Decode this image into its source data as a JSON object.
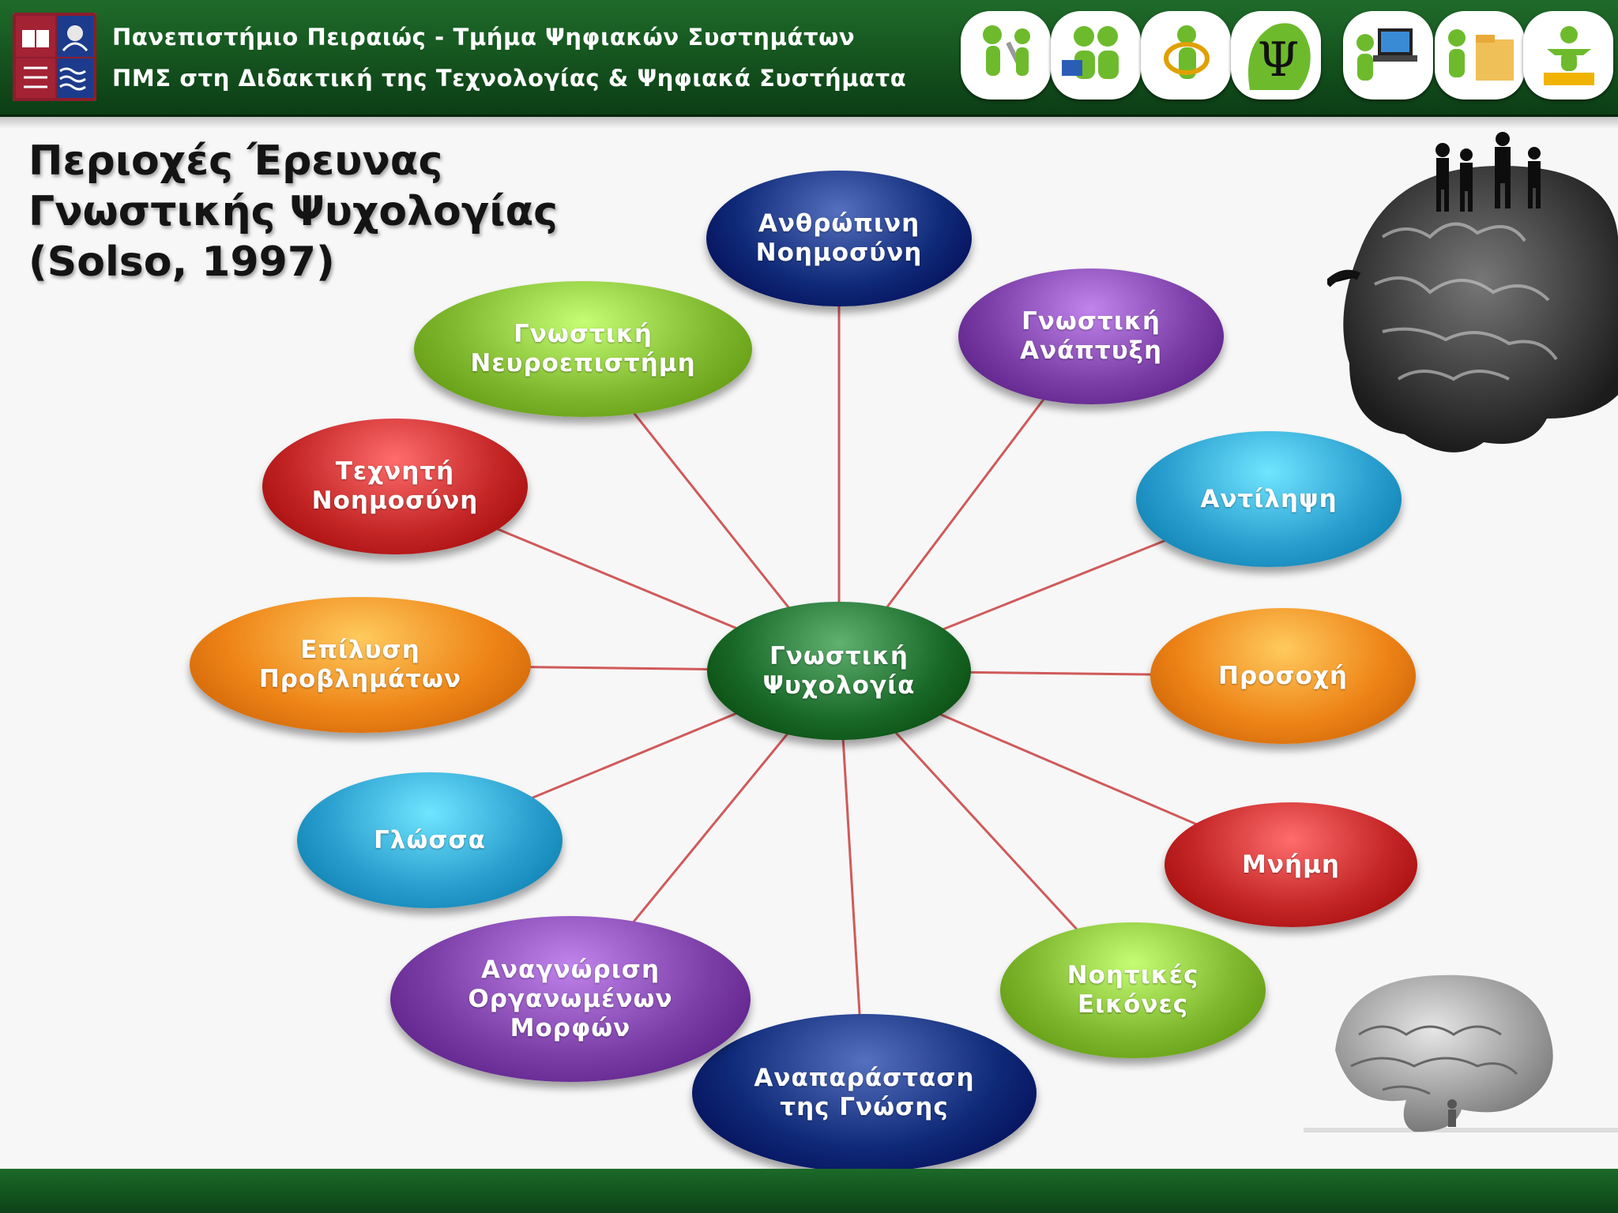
{
  "header": {
    "line1": "Πανεπιστήμιο Πειραιώς - Τμήμα Ψηφιακών Συστημάτων",
    "line2": "ΠΜΣ στη Διδακτική της Τεχνολογίας & Ψηφιακά Συστήματα",
    "icons": [
      "figure-with-tools-icon",
      "reading-figures-icon",
      "globe-figure-icon",
      "psi-head-icon",
      "laptop-figure-icon",
      "folder-figure-icon",
      "puzzle-figure-icon"
    ],
    "psi_symbol": "Ψ"
  },
  "title": {
    "line1": "Περιοχές Έρευνας",
    "line2": "Γνωστικής Ψυχολογίας",
    "line3": "(Solso, 1997)"
  },
  "diagram": {
    "center": "Γνωστική\nΨυχολογία",
    "nodes": [
      {
        "id": "human-intelligence",
        "label": "Ανθρώπινη\nΝοημοσύνη",
        "color": "#0f2a78"
      },
      {
        "id": "cognitive-development",
        "label": "Γνωστική\nΑνάπτυξη",
        "color": "#7a3ea6"
      },
      {
        "id": "perception",
        "label": "Αντίληψη",
        "color": "#2a9fcf"
      },
      {
        "id": "attention",
        "label": "Προσοχή",
        "color": "#ee8417"
      },
      {
        "id": "memory",
        "label": "Μνήμη",
        "color": "#c42626"
      },
      {
        "id": "mental-images",
        "label": "Νοητικές\nΕικόνες",
        "color": "#7fb82e"
      },
      {
        "id": "knowledge-representation",
        "label": "Αναπαράσταση\nτης Γνώσης",
        "color": "#0f2a78"
      },
      {
        "id": "pattern-recognition",
        "label": "Αναγνώριση\nΟργανωμένων\nΜορφών",
        "color": "#7a3ea6"
      },
      {
        "id": "language",
        "label": "Γλώσσα",
        "color": "#2a9fcf"
      },
      {
        "id": "problem-solving",
        "label": "Επίλυση\nΠροβλημάτων",
        "color": "#ee8417"
      },
      {
        "id": "artificial-intelligence",
        "label": "Τεχνητή\nΝοημοσύνη",
        "color": "#c42626"
      },
      {
        "id": "cognitive-neuroscience",
        "label": "Γνωστική\nΝευροεπιστήμη",
        "color": "#7fb82e"
      }
    ],
    "center_color": "#1a6a2a",
    "line_color": "#d05a5a"
  }
}
